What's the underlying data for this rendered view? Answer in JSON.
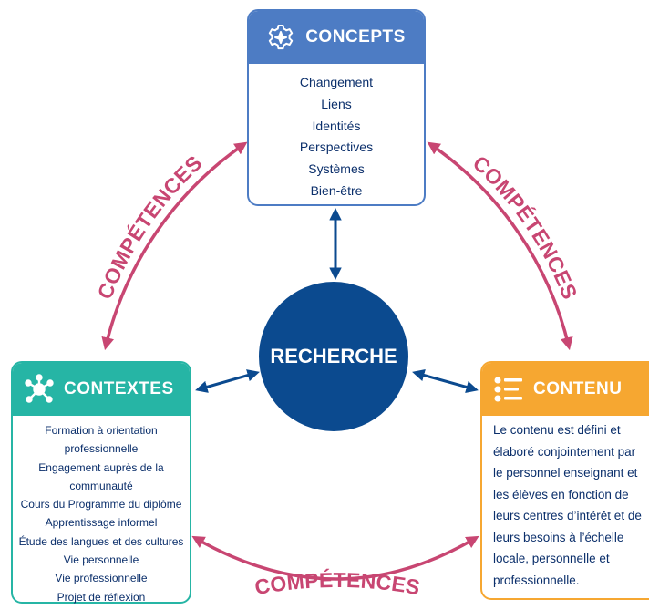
{
  "concepts": {
    "title": "CONCEPTS",
    "icon": "gear-icon",
    "items": [
      "Changement",
      "Liens",
      "Identités",
      "Perspectives",
      "Systèmes",
      "Bien-être"
    ]
  },
  "contextes": {
    "title": "CONTEXTES",
    "icon": "network-icon",
    "items": [
      "Formation à orientation",
      "professionnelle",
      "Engagement auprès de la",
      "communauté",
      "Cours du Programme du diplôme",
      "Apprentissage informel",
      "Étude des langues et des cultures",
      "Vie personnelle",
      "Vie professionnelle",
      "Projet de réflexion"
    ]
  },
  "contenu": {
    "title": "CONTENU",
    "icon": "list-icon",
    "text": "Le contenu est défini et élaboré conjointement par le personnel enseignant et les élèves en fonction de leurs centres d’intérêt et de leurs besoins à l’échelle locale, personnelle et professionnelle."
  },
  "center": {
    "label": "RECHERCHE"
  },
  "competences": {
    "left": "COMPÉTENCES",
    "right": "COMPÉTENCES",
    "bottom": "COMPÉTENCES"
  },
  "colors": {
    "concepts": "#4d7cc4",
    "contextes": "#26b5a5",
    "contenu": "#f6a731",
    "center": "#0b4a8f",
    "competences": "#c84672"
  }
}
